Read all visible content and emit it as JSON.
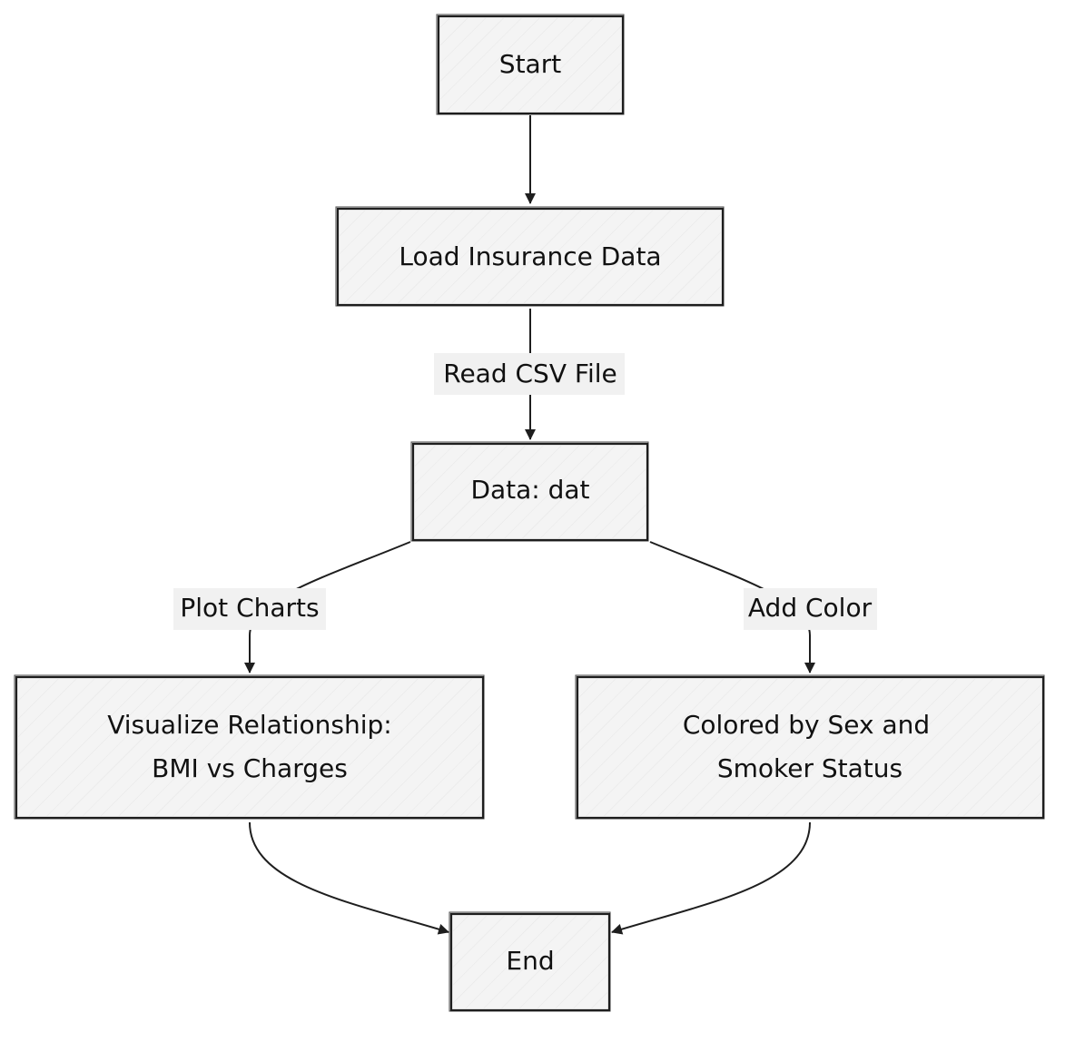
{
  "colors": {
    "node_fill": "#f4f4f4",
    "stroke": "#1e1e1e",
    "label_background": "#f1f1f1",
    "text": "#111111",
    "page_background": "#ffffff"
  },
  "nodes": {
    "start": {
      "line1": "Start"
    },
    "load": {
      "line1": "Load Insurance Data"
    },
    "data": {
      "line1": "Data: dat"
    },
    "visualize": {
      "line1": "Visualize Relationship:",
      "line2": "BMI vs Charges"
    },
    "colored": {
      "line1": "Colored by Sex and",
      "line2": "Smoker Status"
    },
    "end": {
      "line1": "End"
    }
  },
  "edges": {
    "start_to_load": {
      "label": ""
    },
    "load_to_data": {
      "label": "Read CSV File"
    },
    "data_to_visualize": {
      "label": "Plot Charts"
    },
    "data_to_colored": {
      "label": "Add Color"
    },
    "visualize_to_end": {
      "label": ""
    },
    "colored_to_end": {
      "label": ""
    }
  }
}
